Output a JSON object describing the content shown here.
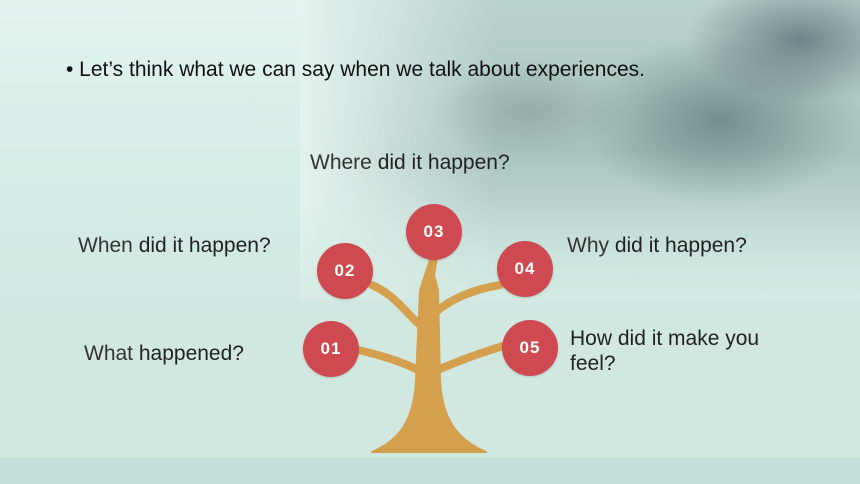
{
  "slide": {
    "bullet": "• Let’s think what we can say when we talk about experiences.",
    "questions": {
      "where": {
        "lead": "Where",
        "rest": " did it happen?"
      },
      "when": {
        "lead": "When",
        "rest": " did it happen?"
      },
      "why": {
        "lead": "Why",
        "rest": " did it happen?"
      },
      "what": {
        "lead": "What",
        "rest": " happened?"
      },
      "how": {
        "text": "How did it make you feel?"
      }
    },
    "circles": [
      "01",
      "02",
      "03",
      "04",
      "05"
    ]
  },
  "colors": {
    "circle": "#cf4a50",
    "trunk": "#d4a04e",
    "background": "#d4ece5"
  }
}
